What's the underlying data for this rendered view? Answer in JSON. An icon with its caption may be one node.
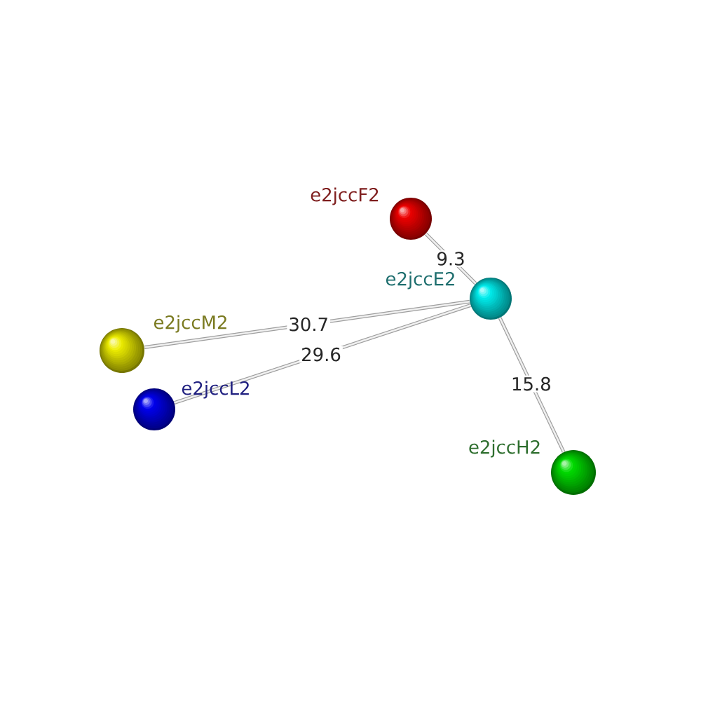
{
  "diagram": {
    "nodes": [
      {
        "text": [],
        "shape": "circle",
        "beside": [
          "e2jccF2"
        ]
      },
      {
        "text": [],
        "shape": "circle",
        "beside": [
          "e2jccE2"
        ]
      },
      {
        "text": [],
        "shape": "circle",
        "beside": [
          "e2jccM2"
        ]
      },
      {
        "text": [],
        "shape": "circle",
        "beside": [
          "e2jccL2"
        ]
      },
      {
        "text": [],
        "shape": "circle",
        "beside": [
          "e2jccH2"
        ]
      }
    ],
    "edges": [
      {
        "from": 0,
        "to": 1,
        "arrow": "none",
        "label": "9.3"
      },
      {
        "from": 2,
        "to": 1,
        "arrow": "none",
        "label": "30.7"
      },
      {
        "from": 3,
        "to": 1,
        "arrow": "none",
        "label": "29.6"
      },
      {
        "from": 1,
        "to": 4,
        "arrow": "none",
        "label": "15.8"
      }
    ]
  }
}
